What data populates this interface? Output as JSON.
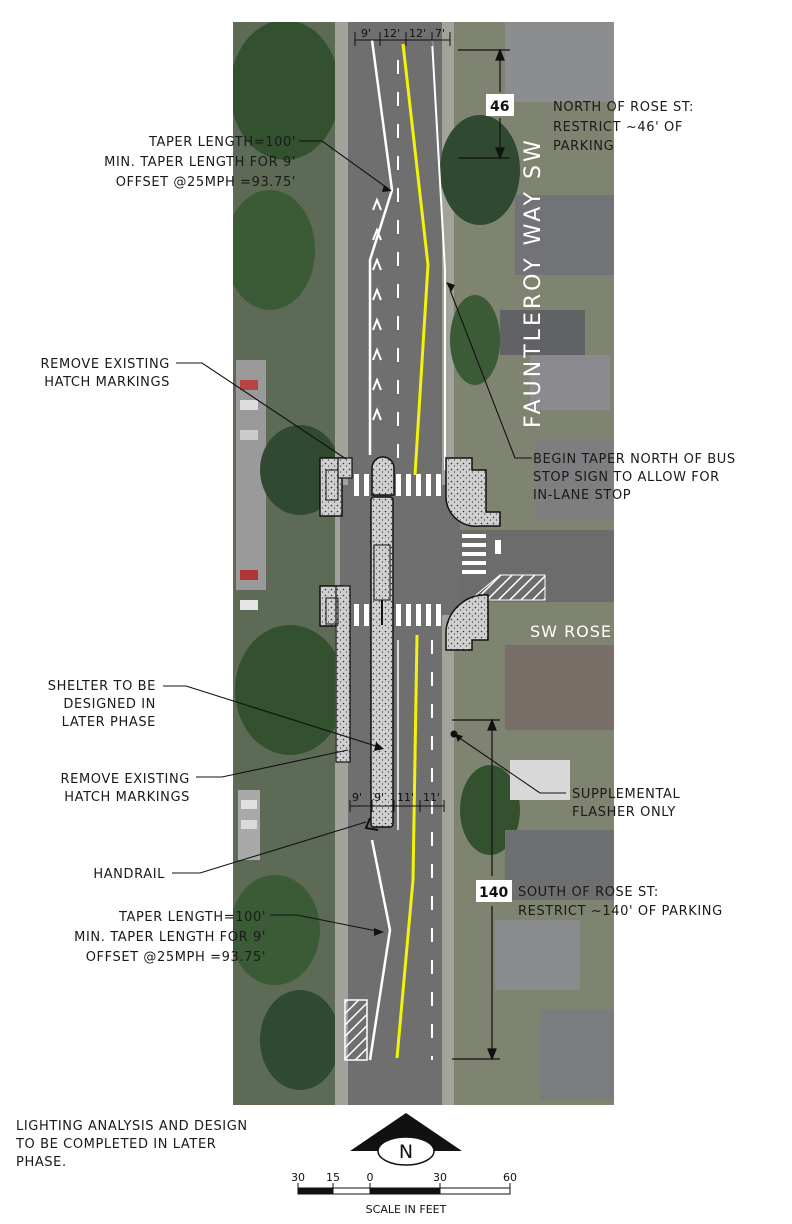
{
  "callouts": {
    "taper_north": [
      "TAPER LENGTH=100'",
      "MIN. TAPER LENGTH FOR 9'",
      "OFFSET @25MPH =93.75'"
    ],
    "remove_hatch_1": [
      "REMOVE EXISTING",
      "HATCH MARKINGS"
    ],
    "north_restrict": [
      "NORTH OF ROSE ST:",
      "RESTRICT ~46' OF",
      "PARKING"
    ],
    "begin_taper": [
      "BEGIN TAPER NORTH OF BUS",
      "STOP SIGN TO ALLOW FOR",
      "IN-LANE STOP"
    ],
    "shelter": [
      "SHELTER TO BE",
      "DESIGNED IN",
      "LATER PHASE"
    ],
    "remove_hatch_2": [
      "REMOVE EXISTING",
      "HATCH MARKINGS"
    ],
    "flasher": [
      "SUPPLEMENTAL",
      "FLASHER ONLY"
    ],
    "handrail": "HANDRAIL",
    "south_restrict": [
      "SOUTH OF ROSE ST:",
      "RESTRICT ~140' OF PARKING"
    ],
    "taper_south": [
      "TAPER LENGTH=100'",
      "MIN. TAPER LENGTH FOR 9'",
      "OFFSET @25MPH =93.75'"
    ],
    "lighting": [
      "LIGHTING ANALYSIS AND DESIGN",
      "TO BE COMPLETED IN LATER",
      "PHASE."
    ]
  },
  "dimensions": {
    "north_lane_widths": [
      "9'",
      "12'",
      "12'",
      "7'"
    ],
    "south_lane_widths": [
      "9'",
      "9'",
      "11'",
      "11'"
    ],
    "north_restrict_length": "46",
    "south_restrict_length": "140"
  },
  "streets": {
    "fauntleroy": "FAUNTLEROY WAY SW",
    "rose": "SW ROSE ST"
  },
  "north_arrow": {
    "letter": "N"
  },
  "scale_bar": {
    "ticks": [
      "30",
      "15",
      "0",
      "30",
      "60"
    ],
    "label": "SCALE IN FEET"
  },
  "colors": {
    "centerline": "#f2f20a",
    "road": "#6f6f6f",
    "tree": "#2f4a30",
    "roof": "#7e7e80"
  }
}
